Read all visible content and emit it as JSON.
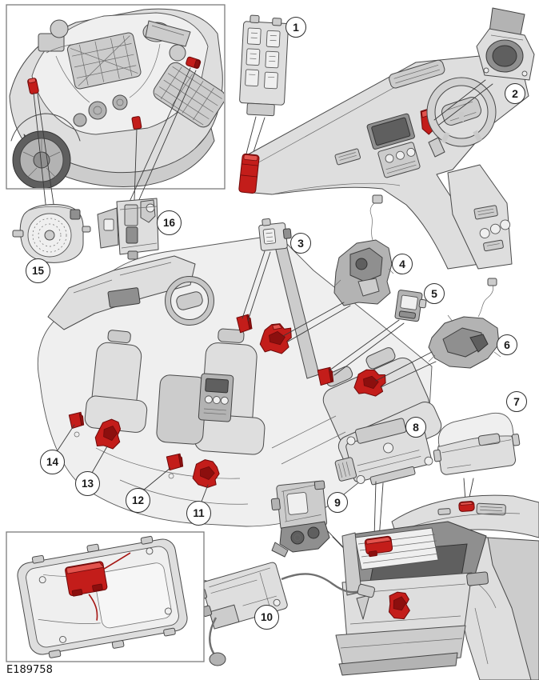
{
  "figure": {
    "kind": "vehicle-component-location-diagram",
    "id_label": "E189758"
  },
  "callouts": [
    {
      "n": "1"
    },
    {
      "n": "2"
    },
    {
      "n": "3"
    },
    {
      "n": "4"
    },
    {
      "n": "5"
    },
    {
      "n": "6"
    },
    {
      "n": "7"
    },
    {
      "n": "8"
    },
    {
      "n": "9"
    },
    {
      "n": "10"
    },
    {
      "n": "11"
    },
    {
      "n": "12"
    },
    {
      "n": "13"
    },
    {
      "n": "14"
    },
    {
      "n": "15"
    },
    {
      "n": "16"
    }
  ],
  "colors": {
    "highlight_red": "#c31d1a",
    "highlight_red_dark": "#8c0f0e",
    "line": "#4a4a4a",
    "body_fill": "#dedede",
    "background": "#ffffff"
  }
}
